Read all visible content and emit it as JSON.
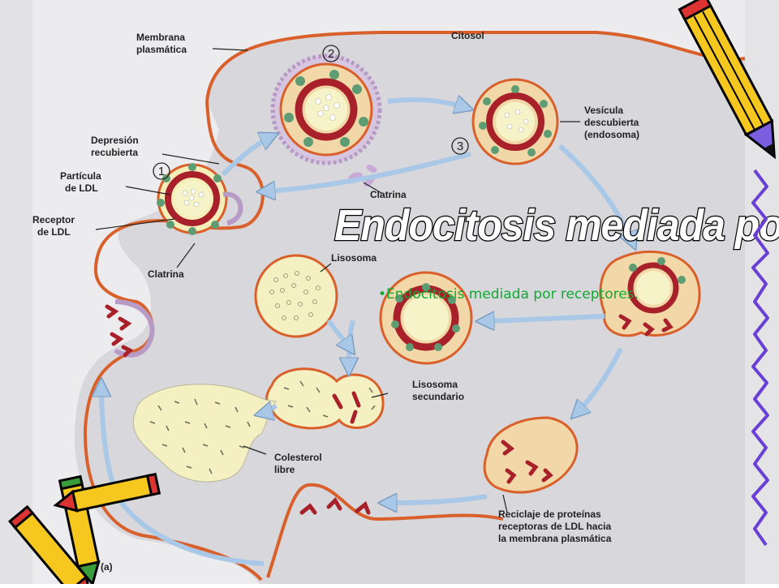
{
  "labels": {
    "membrana_1": "Membrana",
    "membrana_2": "plasmática",
    "citosol": "Citosol",
    "depresion_1": "Depresión",
    "depresion_2": "recubierta",
    "particula_1": "Partícula",
    "particula_2": "de LDL",
    "receptor_1": "Receptor",
    "receptor_2": "de LDL",
    "clatrina_top": "Clatrina",
    "clatrina_left": "Clatrina",
    "vesicula_1": "Vesícula",
    "vesicula_2": "descubierta",
    "vesicula_3": "(endosoma)",
    "lisosoma": "Lisosoma",
    "lisosoma_sec_1": "Lisosoma",
    "lisosoma_sec_2": "secundario",
    "colesterol_1": "Colesterol",
    "colesterol_2": "libre",
    "reciclaje_1": "Reciclaje de proteínas",
    "reciclaje_2": "receptoras de LDL hacia",
    "reciclaje_3": "la membrana plasmática",
    "step_1": "1",
    "step_2": "2",
    "step_3": "3",
    "panel": "(a)"
  },
  "title": "Endocitosis mediada por receptores.",
  "bullet_text": "•Endocitosis mediada por receptores.",
  "colors": {
    "membrane": "#d9602a",
    "cytosol": "#d7d7dc",
    "paper": "#ececee",
    "receptor": "#a8202a",
    "vesicle_core": "#f7f3c8",
    "particle": "#5e9c73",
    "clathrin": "#b79ac6",
    "arrow": "#a9c7e6",
    "pencil": "#f6c71e",
    "squiggle": "#6a3fd6"
  }
}
